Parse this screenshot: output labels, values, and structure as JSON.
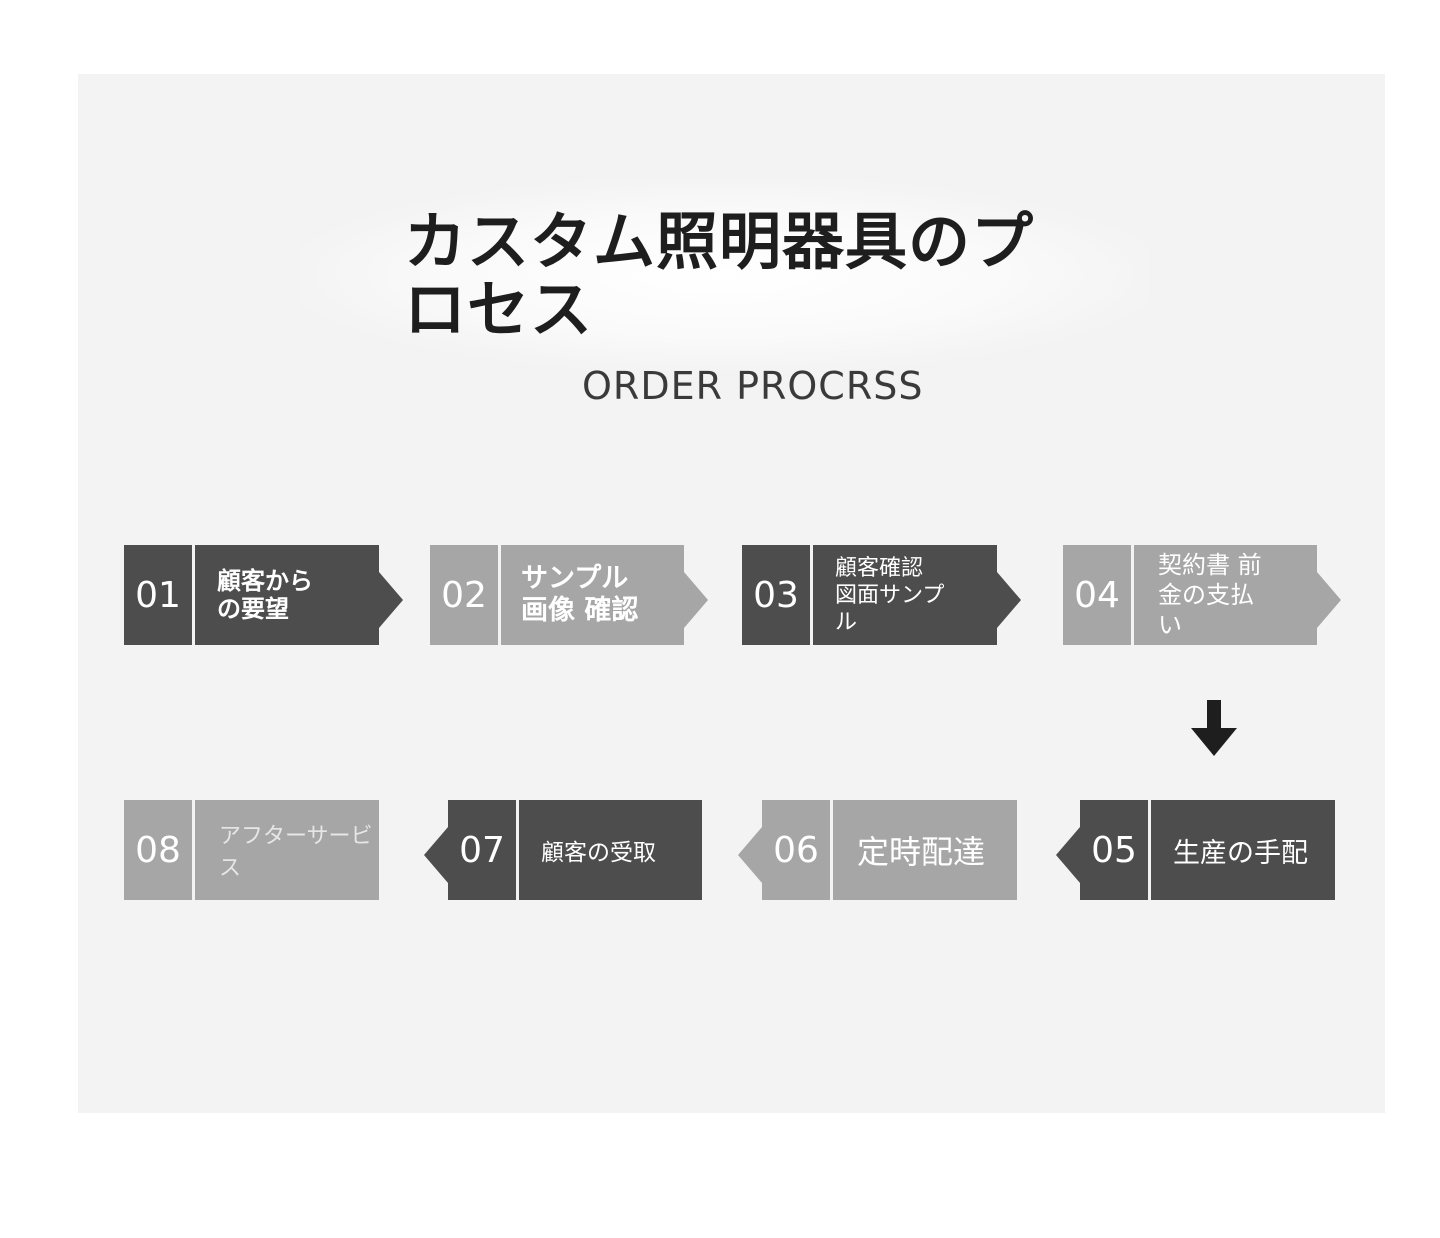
{
  "title": "カスタム照明器具のプロセス",
  "subtitle": "ORDER PROCRSS",
  "colors": {
    "background": "#f3f3f3",
    "dark_step": "#4d4d4d",
    "light_step": "#a6a6a6",
    "text": "#1e1e1e"
  },
  "steps": [
    {
      "num": "01",
      "label": "顧客から\nの要望"
    },
    {
      "num": "02",
      "label": "サンプル\n画像 確認"
    },
    {
      "num": "03",
      "label": "顧客確認\n図面サンプ\nル"
    },
    {
      "num": "04",
      "label": "契約書 前\n金の支払\nい"
    },
    {
      "num": "05",
      "label": "生産の手配"
    },
    {
      "num": "06",
      "label": "定時配達"
    },
    {
      "num": "07",
      "label": "顧客の受取"
    },
    {
      "num": "08",
      "label": "アフターサービス"
    }
  ],
  "connector_icon": "arrow-down-icon"
}
